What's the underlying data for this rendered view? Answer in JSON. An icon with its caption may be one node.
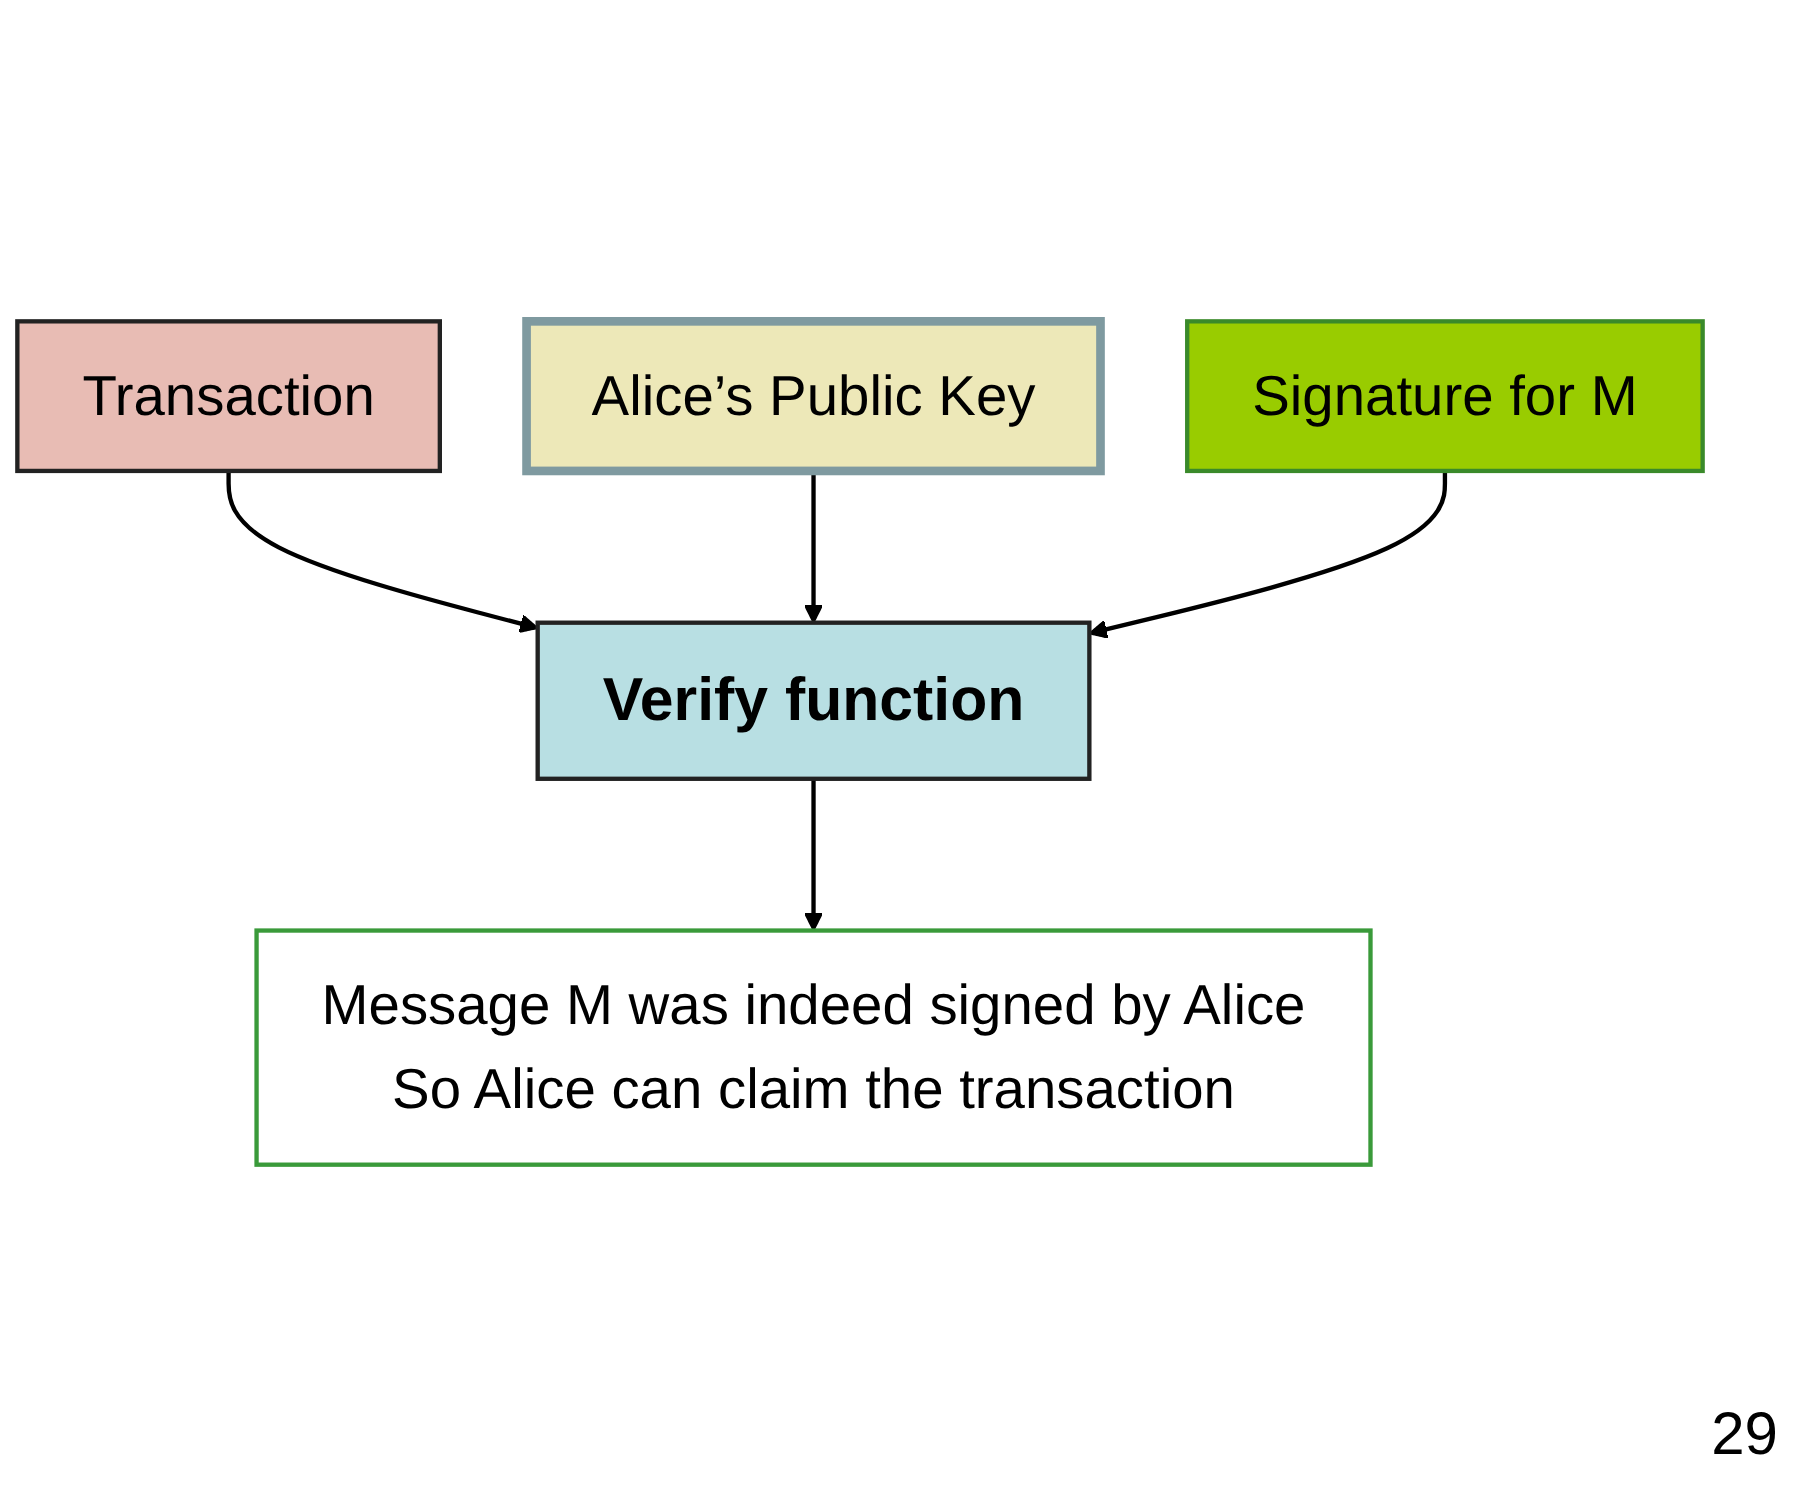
{
  "diagram": {
    "nodes": [
      {
        "text": [
          "Transaction"
        ]
      },
      {
        "text": [
          "Alice’s Public Key"
        ]
      },
      {
        "text": [
          "Signature for M"
        ]
      },
      {
        "text": [
          "Verify function"
        ]
      },
      {
        "text": [
          "Message M was indeed signed by Alice",
          "So Alice can claim the transaction"
        ]
      }
    ],
    "edges": [
      {
        "from": 0,
        "to": 3,
        "arrow": "to"
      },
      {
        "from": 1,
        "to": 3,
        "arrow": "to"
      },
      {
        "from": 2,
        "to": 3,
        "arrow": "to"
      },
      {
        "from": 3,
        "to": 4,
        "arrow": "to"
      }
    ],
    "labels": [
      "29"
    ]
  }
}
